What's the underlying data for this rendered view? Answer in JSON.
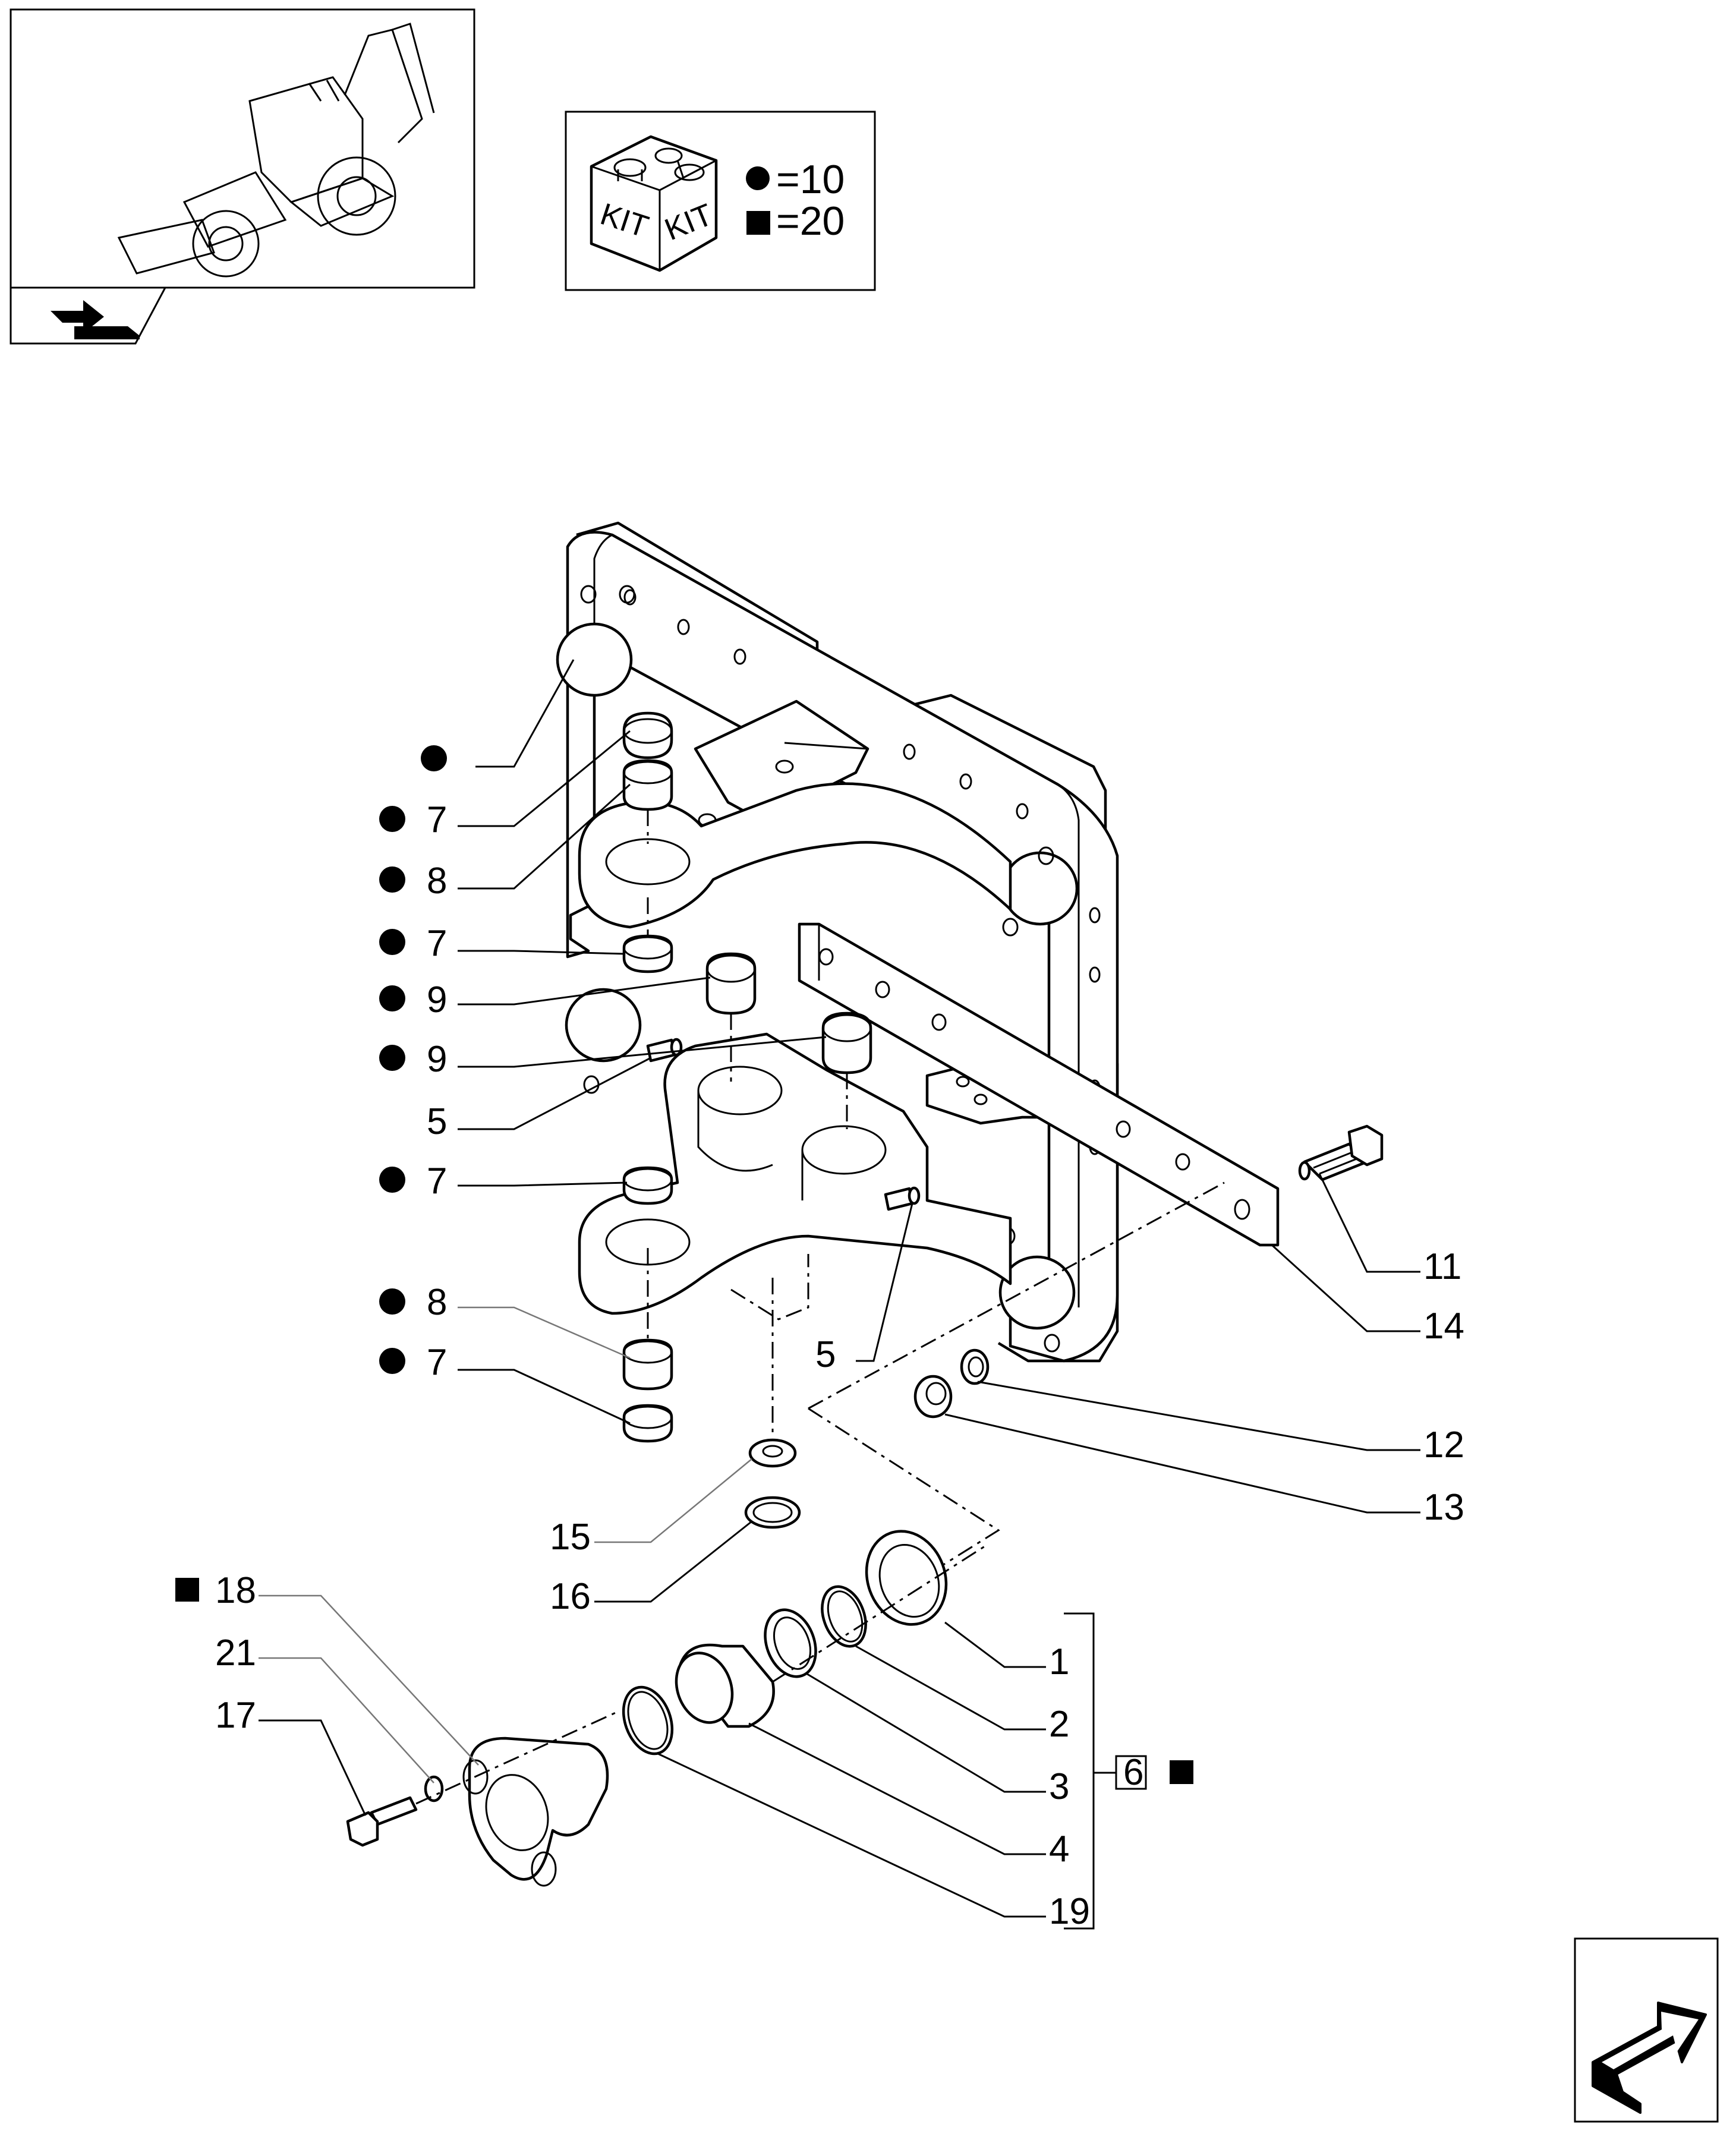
{
  "kit_legend": {
    "kit_text_left": "KIT",
    "kit_text_right": "KIT",
    "circle_value": "=10",
    "square_value": "=20"
  },
  "callouts": [
    {
      "id": "c-dot",
      "label": ""
    },
    {
      "id": "c7a",
      "label": "7"
    },
    {
      "id": "c8a",
      "label": "8"
    },
    {
      "id": "c7b",
      "label": "7"
    },
    {
      "id": "c9a",
      "label": "9"
    },
    {
      "id": "c9b",
      "label": "9"
    },
    {
      "id": "c5a",
      "label": "5"
    },
    {
      "id": "c7c",
      "label": "7"
    },
    {
      "id": "c8b",
      "label": "8"
    },
    {
      "id": "c7d",
      "label": "7"
    },
    {
      "id": "c5b",
      "label": "5"
    },
    {
      "id": "c11",
      "label": "11"
    },
    {
      "id": "c14",
      "label": "14"
    },
    {
      "id": "c12",
      "label": "12"
    },
    {
      "id": "c13",
      "label": "13"
    },
    {
      "id": "c15",
      "label": "15"
    },
    {
      "id": "c16",
      "label": "16"
    },
    {
      "id": "c18",
      "label": "18"
    },
    {
      "id": "c21",
      "label": "21"
    },
    {
      "id": "c17",
      "label": "17"
    },
    {
      "id": "c1",
      "label": "1"
    },
    {
      "id": "c2",
      "label": "2"
    },
    {
      "id": "c3",
      "label": "3"
    },
    {
      "id": "c4",
      "label": "4"
    },
    {
      "id": "c19",
      "label": "19"
    }
  ],
  "group_reference": {
    "label": "6"
  },
  "icons": {
    "thumbnail": "backhoe-loader-icon",
    "section": "flip-arrow-icon",
    "next_page": "next-page-arrow-icon"
  }
}
